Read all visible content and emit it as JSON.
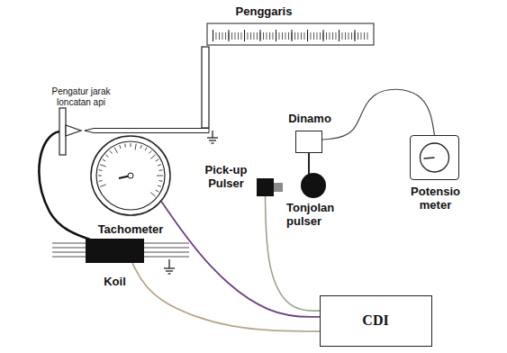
{
  "diagram": {
    "nodes": [
      {
        "text": [
          "Dinamo"
        ]
      },
      {
        "text": [
          "Potensio meter"
        ]
      },
      {
        "text": [
          "Pick-up Pulser"
        ]
      },
      {
        "text": [
          "Tachometer"
        ]
      },
      {
        "text": [
          "Koil"
        ]
      },
      {
        "text": [
          "CDI"
        ]
      }
    ],
    "edges": [
      {
        "from": 0,
        "to": 1,
        "arrow": "none"
      },
      {
        "from": 2,
        "to": 5,
        "arrow": "none"
      },
      {
        "from": 3,
        "to": 5,
        "arrow": "none"
      },
      {
        "from": 4,
        "to": 5,
        "arrow": "none"
      }
    ],
    "labels": [
      "Penggaris",
      "Pengatur jarak loncatan api",
      "Tonjolan pulser"
    ]
  }
}
